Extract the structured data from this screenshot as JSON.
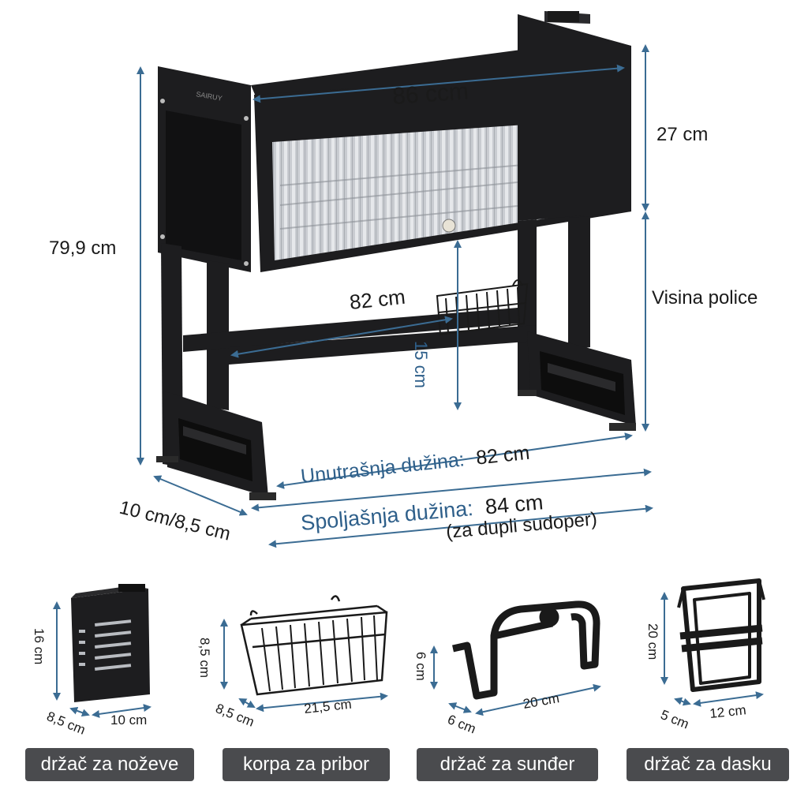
{
  "dimensions": {
    "top_width": "86 ccm",
    "total_height": "79,9 cm",
    "cabinet_height": "27 cm",
    "shelf_height_label": "Visina police",
    "inner_bar": "82 cm",
    "basket_drop": "15 cm",
    "depth": "10 cm/8,5 cm",
    "inner_length_label": "Unutrašnja dužina:",
    "inner_length_value": "82 cm",
    "outer_length_label": "Spoljašnja dužina:",
    "outer_length_value": "84 cm",
    "outer_note": "(za dupli sudoper)"
  },
  "brand_mark": "SAIRUY",
  "accessories": [
    {
      "name": "držač za noževe",
      "height": "16 cm",
      "depth": "8,5 cm",
      "width": "10 cm"
    },
    {
      "name": "korpa za pribor",
      "height": "8,5 cm",
      "depth": "8,5 cm",
      "width": "21,5 cm"
    },
    {
      "name": "držač za sunđer",
      "height": "6 cm",
      "depth": "6 cm",
      "width": "20 cm"
    },
    {
      "name": "držač za dasku",
      "height": "20 cm",
      "depth": "5 cm",
      "width": "12 cm"
    }
  ],
  "colors": {
    "frame": "#1d1d1f",
    "dimension_blue": "#3b6c93",
    "label_pill": "#4a4b4e"
  }
}
